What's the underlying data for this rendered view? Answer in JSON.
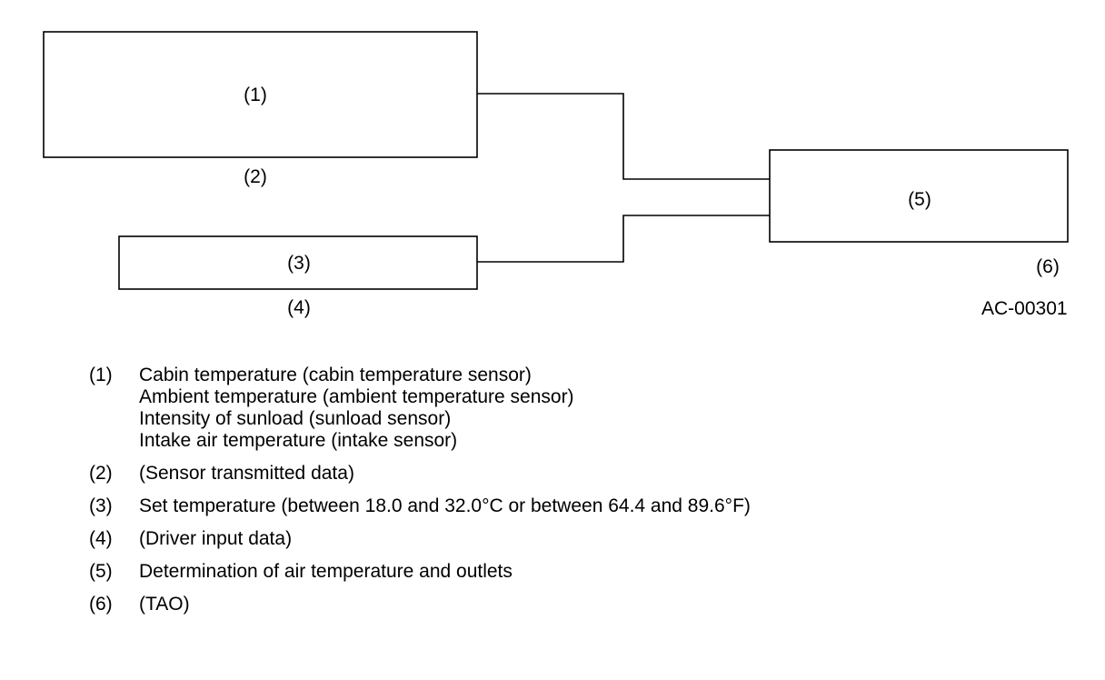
{
  "diagram": {
    "box1_label": "(1)",
    "label2": "(2)",
    "box3_label": "(3)",
    "label4": "(4)",
    "box5_label": "(5)",
    "label6": "(6)",
    "figure_id": "AC-00301"
  },
  "legend": [
    {
      "num": "(1)",
      "lines": [
        "Cabin temperature (cabin temperature sensor)",
        "Ambient temperature (ambient temperature sensor)",
        "Intensity of sunload (sunload sensor)",
        "Intake air temperature (intake sensor)"
      ]
    },
    {
      "num": "(2)",
      "lines": [
        "(Sensor transmitted data)"
      ]
    },
    {
      "num": "(3)",
      "lines": [
        "Set temperature (between 18.0 and 32.0°C or between 64.4 and 89.6°F)"
      ]
    },
    {
      "num": "(4)",
      "lines": [
        "(Driver input data)"
      ]
    },
    {
      "num": "(5)",
      "lines": [
        "Determination of air temperature and outlets"
      ]
    },
    {
      "num": "(6)",
      "lines": [
        "(TAO)"
      ]
    }
  ]
}
